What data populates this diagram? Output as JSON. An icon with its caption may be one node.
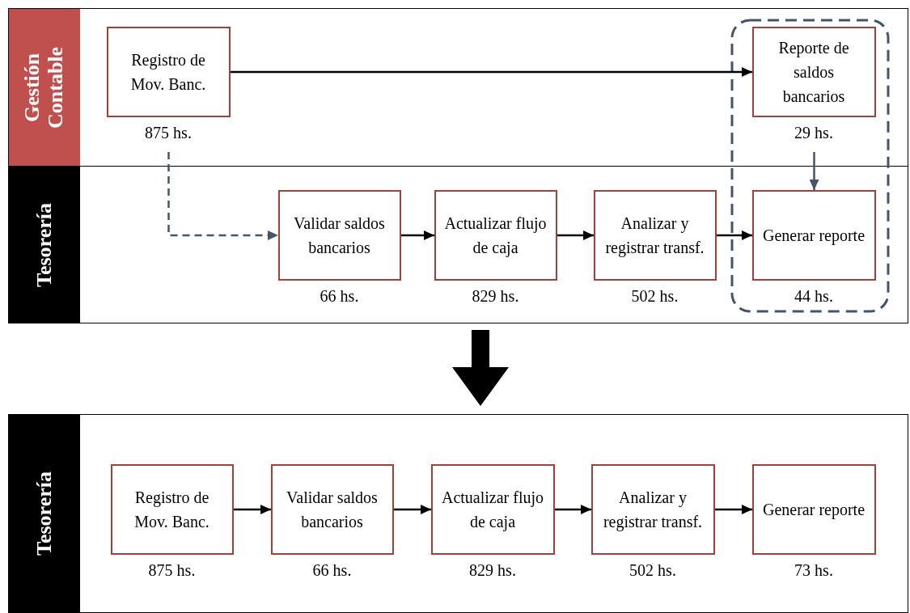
{
  "diagram": {
    "nodes": [
      {
        "text": [
          "Gestión Contable"
        ]
      },
      {
        "text": [
          "Registro de Mov. Banc."
        ],
        "in": 0,
        "beside": [
          "875 hs."
        ]
      },
      {
        "text": [
          "Reporte de saldos bancarios"
        ],
        "in": 0,
        "beside": [
          "29 hs."
        ]
      },
      {
        "text": [
          "Tesorería"
        ]
      },
      {
        "text": [
          "Validar saldos bancarios"
        ],
        "in": 3,
        "beside": [
          "66 hs."
        ]
      },
      {
        "text": [
          "Actualizar flujo de caja"
        ],
        "in": 3,
        "beside": [
          "829 hs."
        ]
      },
      {
        "text": [
          "Analizar y registrar transf."
        ],
        "in": 3,
        "beside": [
          "502 hs."
        ]
      },
      {
        "text": [
          "Generar reporte"
        ],
        "in": 3,
        "beside": [
          "44 hs."
        ]
      },
      {
        "text": [
          "Tesorería"
        ]
      },
      {
        "text": [
          "Registro de Mov. Banc."
        ],
        "in": 8,
        "beside": [
          "875 hs."
        ]
      },
      {
        "text": [
          "Validar saldos bancarios"
        ],
        "in": 8,
        "beside": [
          "66 hs."
        ]
      },
      {
        "text": [
          "Actualizar flujo de caja"
        ],
        "in": 8,
        "beside": [
          "829 hs."
        ]
      },
      {
        "text": [
          "Analizar y registrar transf."
        ],
        "in": 8,
        "beside": [
          "502 hs."
        ]
      },
      {
        "text": [
          "Generar reporte"
        ],
        "in": 8,
        "beside": [
          "73 hs."
        ]
      }
    ],
    "edges": [
      {
        "from": 1,
        "to": 2,
        "arrow": "to"
      },
      {
        "from": 1,
        "to": 4,
        "arrow": "to",
        "style": "dashed",
        "color": "#44546a"
      },
      {
        "from": 2,
        "to": 7,
        "arrow": "to",
        "color": "#44546a"
      },
      {
        "from": 4,
        "to": 5,
        "arrow": "to"
      },
      {
        "from": 5,
        "to": 6,
        "arrow": "to"
      },
      {
        "from": 6,
        "to": 7,
        "arrow": "to"
      },
      {
        "from": 3,
        "to": 8,
        "arrow": "to",
        "style": "thick"
      },
      {
        "from": 9,
        "to": 10,
        "arrow": "to"
      },
      {
        "from": 10,
        "to": 11,
        "arrow": "to"
      },
      {
        "from": 11,
        "to": 12,
        "arrow": "to"
      },
      {
        "from": 12,
        "to": 13,
        "arrow": "to"
      }
    ]
  }
}
